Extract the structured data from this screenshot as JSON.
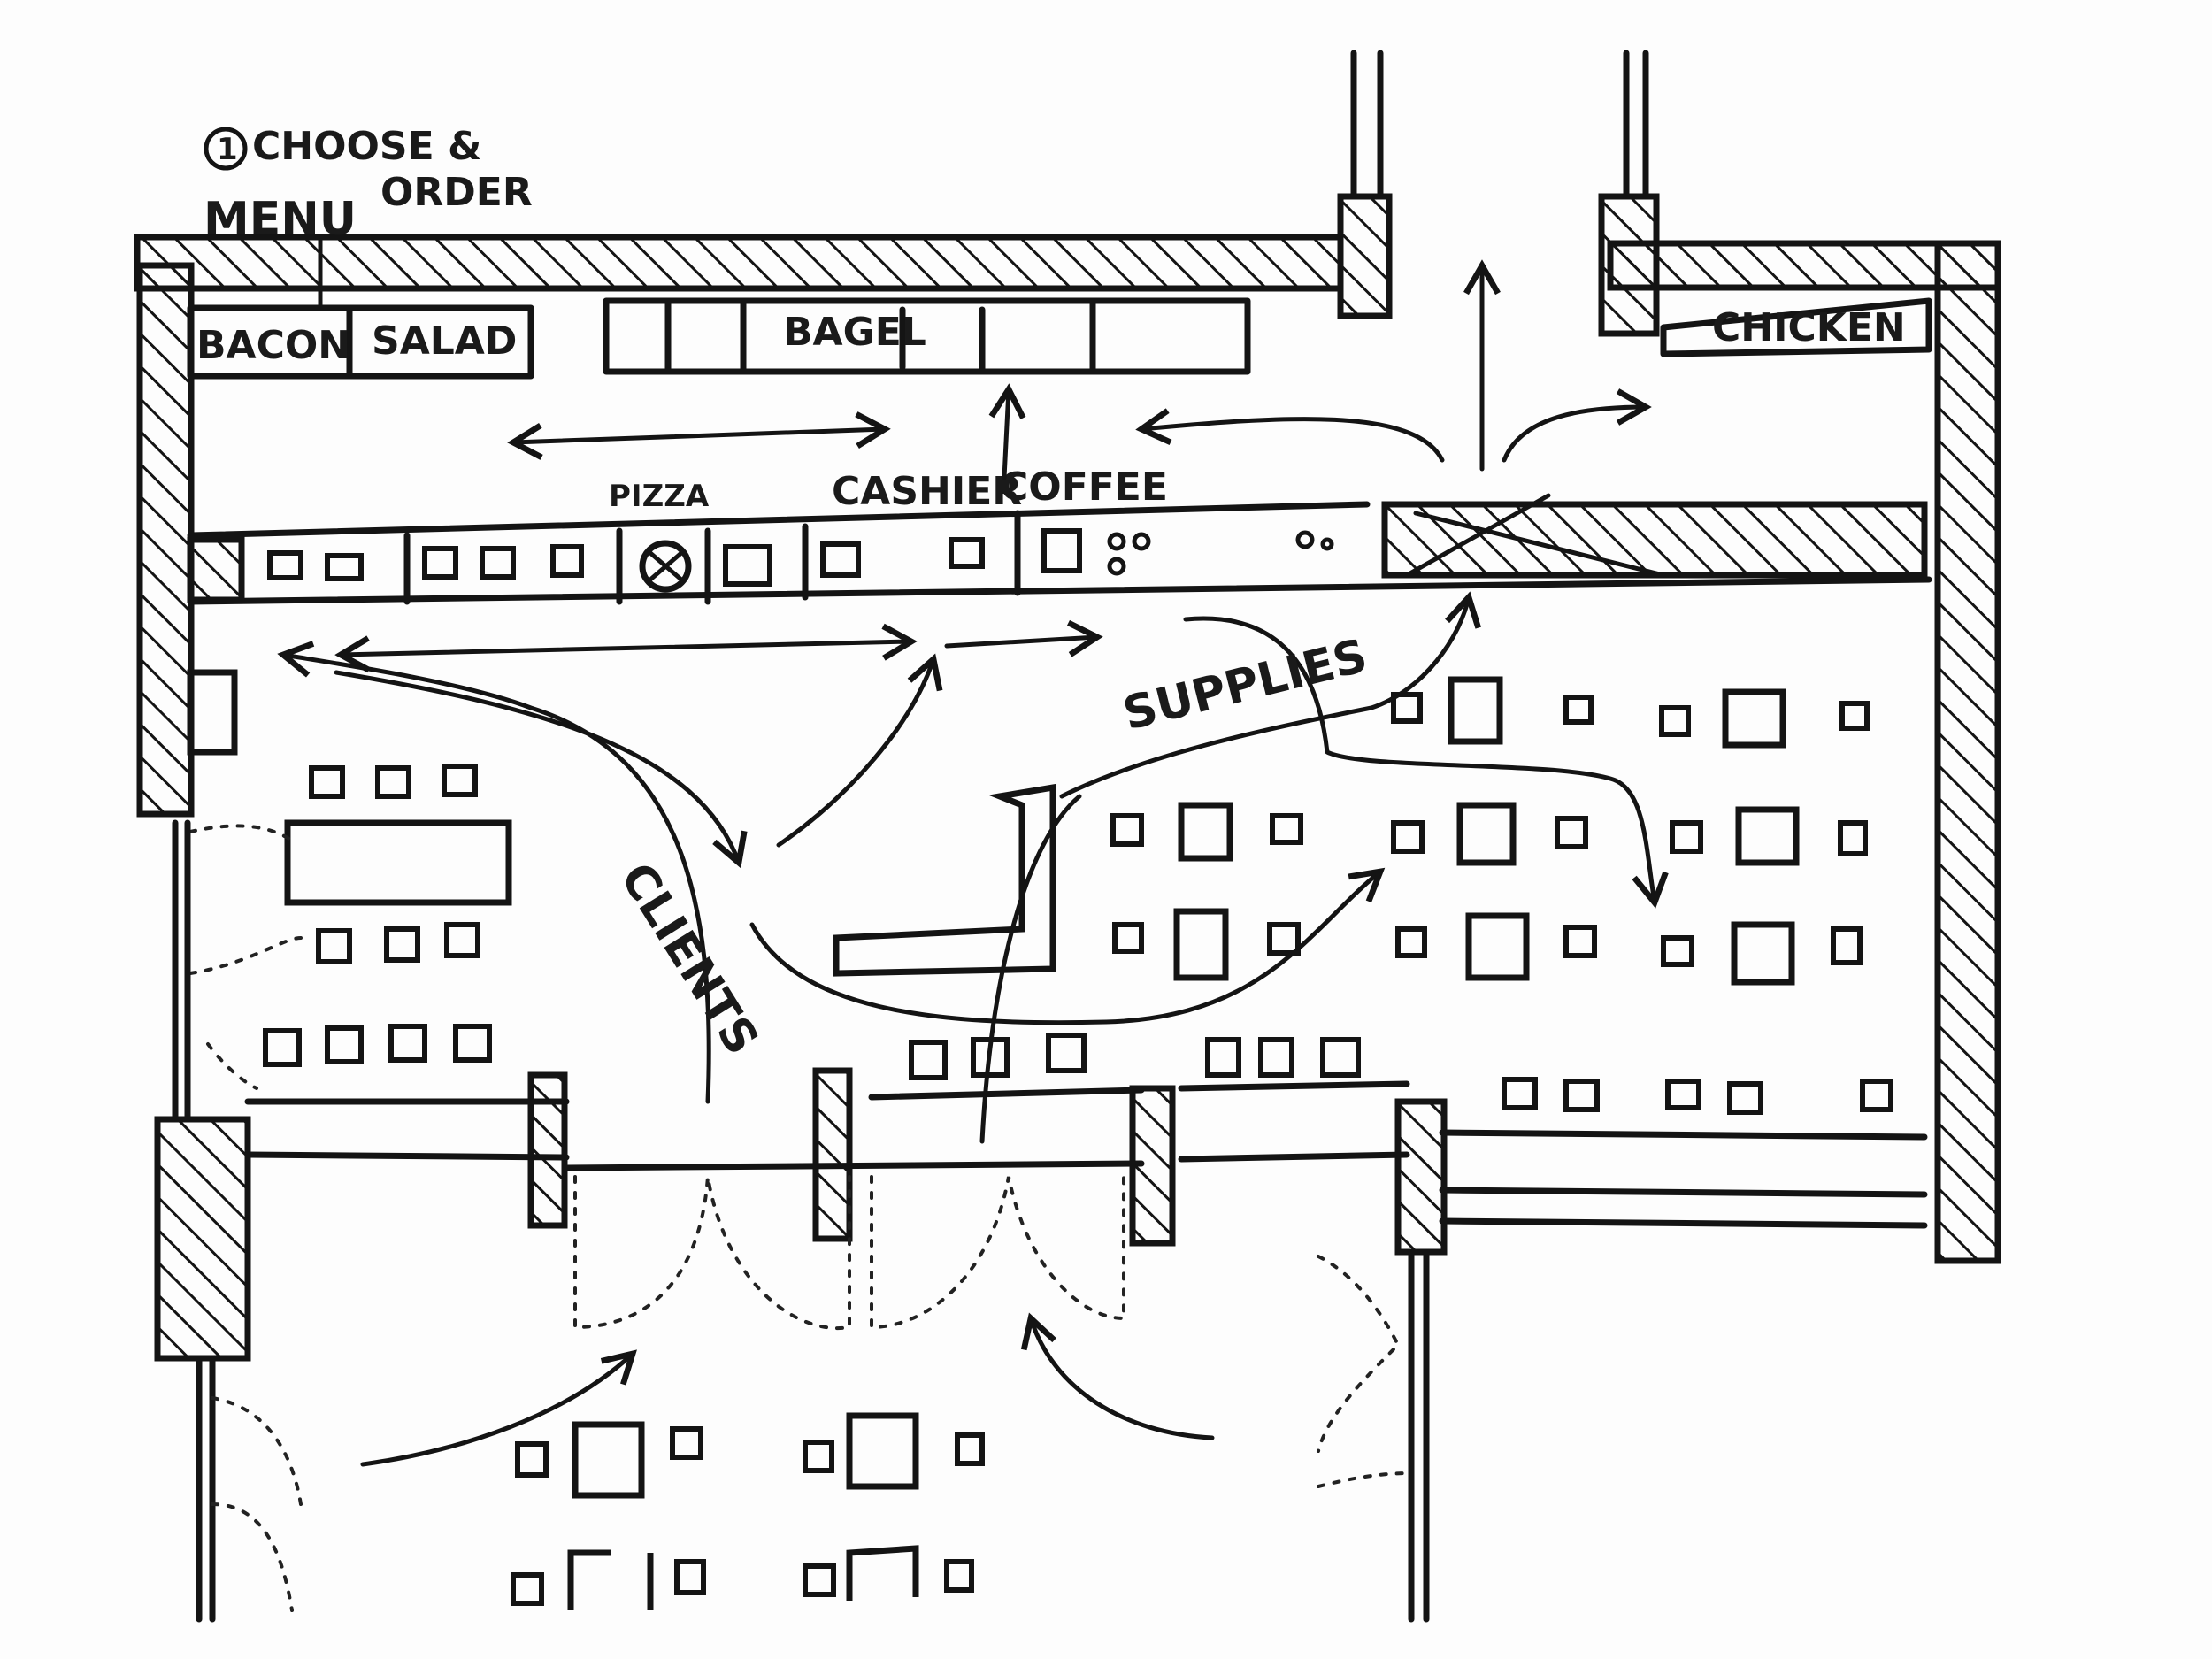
{
  "annotation": {
    "number": "1",
    "line1": "CHOOSE &",
    "line2_left": "MENU",
    "line2_right": "ORDER"
  },
  "stations": {
    "bacon": "BACON",
    "salad": "SALAD",
    "bagel": "BAGEL",
    "chicken": "CHICKEN",
    "pizza": "PIZZA",
    "cashier": "CASHIER",
    "coffee": "COFFEE"
  },
  "flows": {
    "clients": "CLIENTS",
    "supplies": "SUPPLIES"
  }
}
